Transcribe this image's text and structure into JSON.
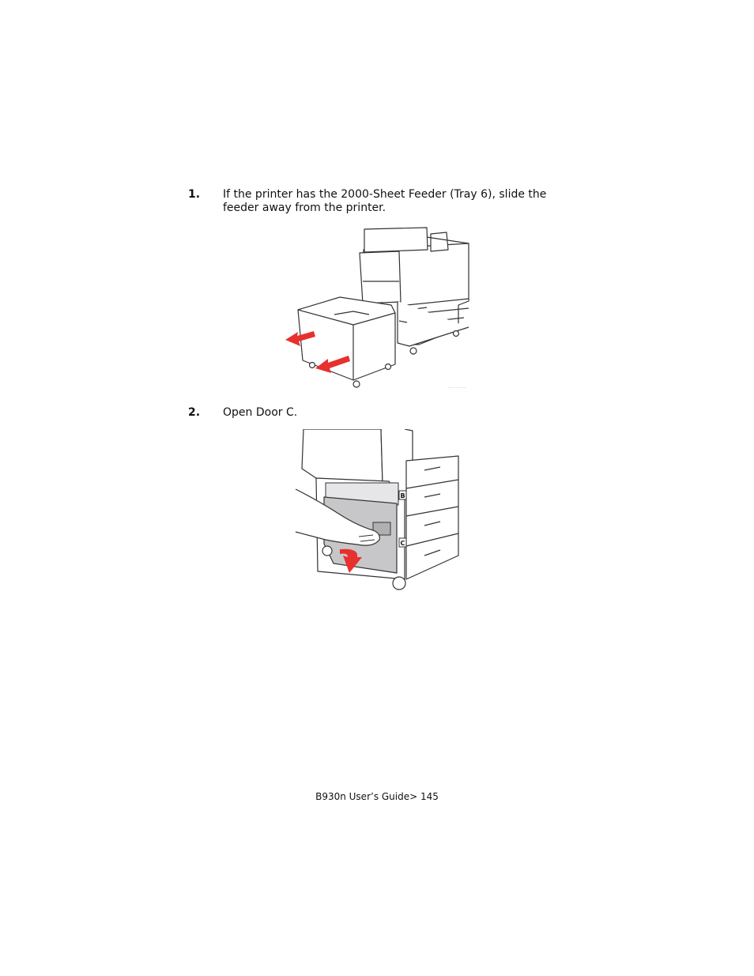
{
  "steps": [
    {
      "number": "1.",
      "text": "If the printer has the 2000-Sheet Feeder (Tray 6), slide the feeder away from the printer."
    },
    {
      "number": "2.",
      "text": "Open Door C."
    }
  ],
  "figure2": {
    "labels": {
      "b": "B",
      "c": "C"
    }
  },
  "footer": {
    "text": "B930n User’s Guide> 145"
  },
  "colors": {
    "arrow": "#e8302e",
    "line": "#333333",
    "door": "#c7c7c9",
    "panel": "#e6e6e8"
  }
}
